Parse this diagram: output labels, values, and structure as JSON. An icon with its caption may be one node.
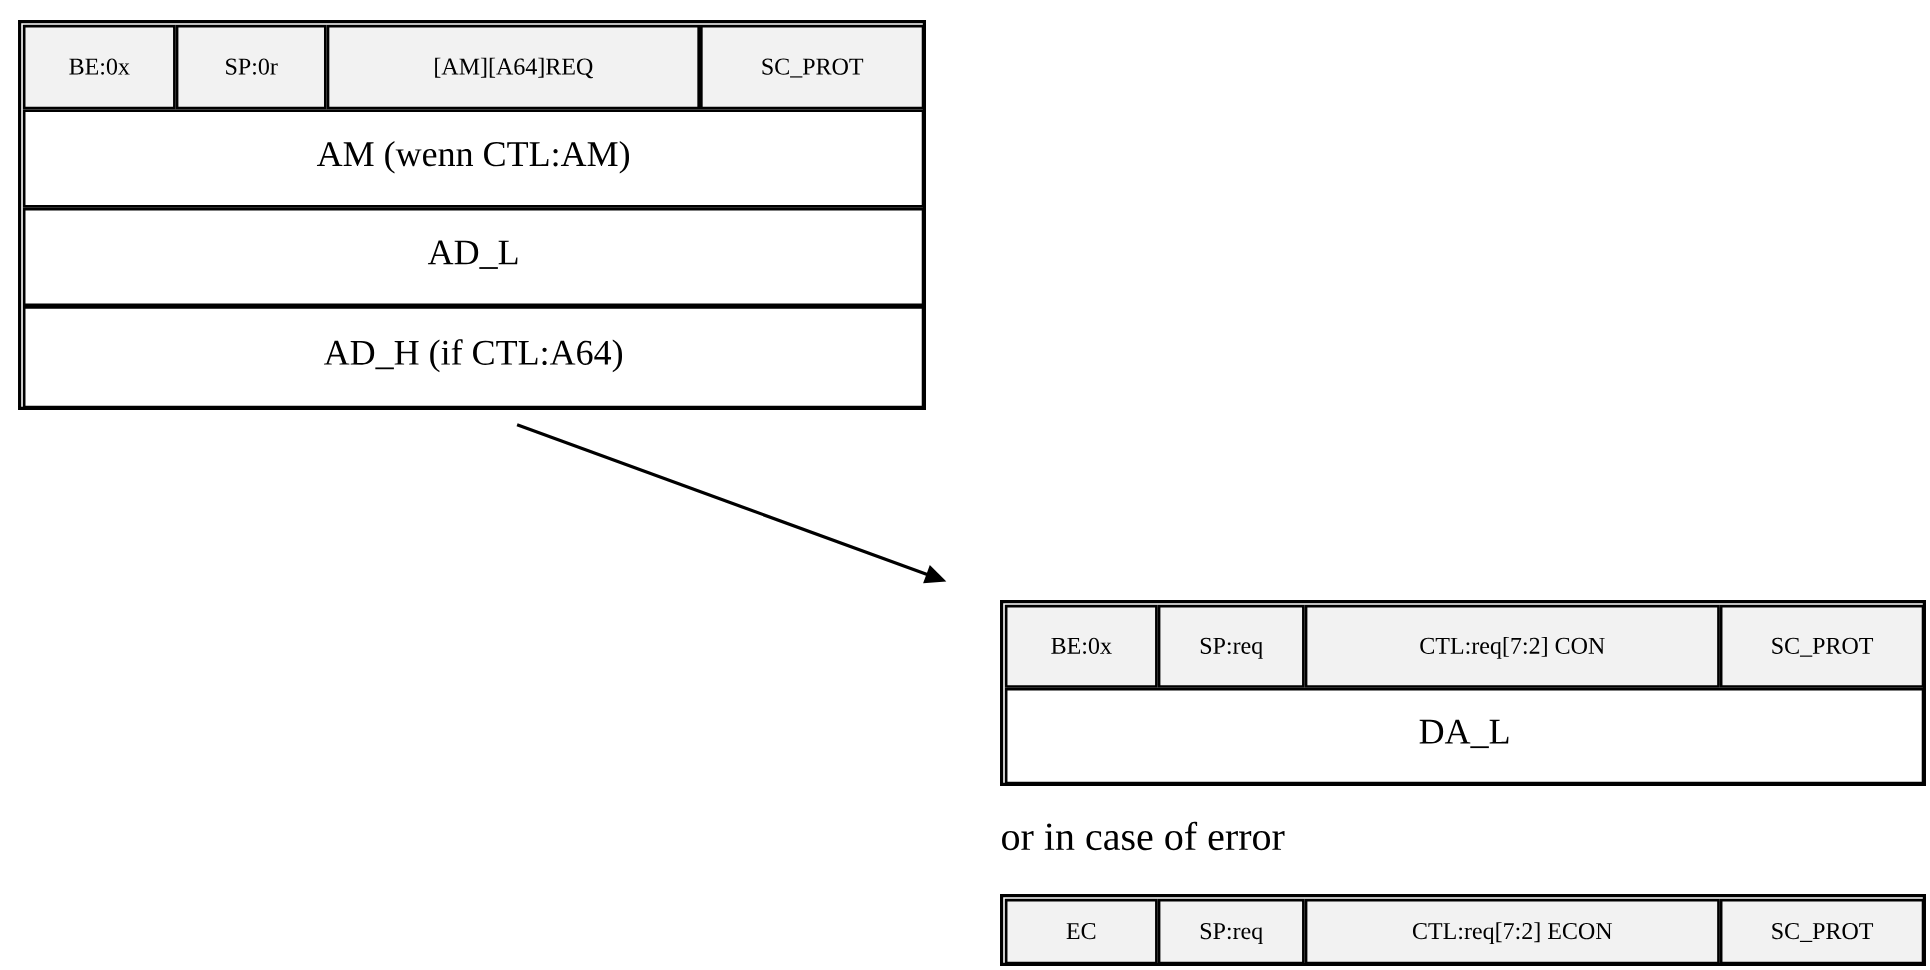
{
  "diagram": {
    "nodes": [
      {
        "text": [],
        "shape": "box"
      },
      {
        "text": [
          "BE:0x"
        ],
        "in": 0
      },
      {
        "text": [
          "SP:0r"
        ],
        "in": 0
      },
      {
        "text": [
          "[AM][A64]REQ"
        ],
        "in": 0
      },
      {
        "text": [
          "SC_PROT"
        ],
        "in": 0
      },
      {
        "text": [
          "AM (wenn CTL:AM)"
        ],
        "in": 0
      },
      {
        "text": [
          "AD_L"
        ],
        "in": 0
      },
      {
        "text": [
          "AD_H (if CTL:A64)"
        ],
        "in": 0
      },
      {
        "text": [],
        "shape": "box"
      },
      {
        "text": [
          "BE:0x"
        ],
        "in": 8
      },
      {
        "text": [
          "SP:req"
        ],
        "in": 8
      },
      {
        "text": [
          "CTL:req[7:2] CON"
        ],
        "in": 8
      },
      {
        "text": [
          "SC_PROT"
        ],
        "in": 8
      },
      {
        "text": [
          "DA_L"
        ],
        "in": 8
      },
      {
        "text": [],
        "shape": "box"
      },
      {
        "text": [
          "EC"
        ],
        "in": 14
      },
      {
        "text": [
          "SP:req"
        ],
        "in": 14
      },
      {
        "text": [
          "CTL:req[7:2] ECON"
        ],
        "in": 14
      },
      {
        "text": [
          "SC_PROT"
        ],
        "in": 14
      }
    ],
    "edges": [
      {
        "from": 0,
        "to": 8,
        "arrow": "to"
      }
    ],
    "labels": [
      "or in case of error"
    ]
  }
}
